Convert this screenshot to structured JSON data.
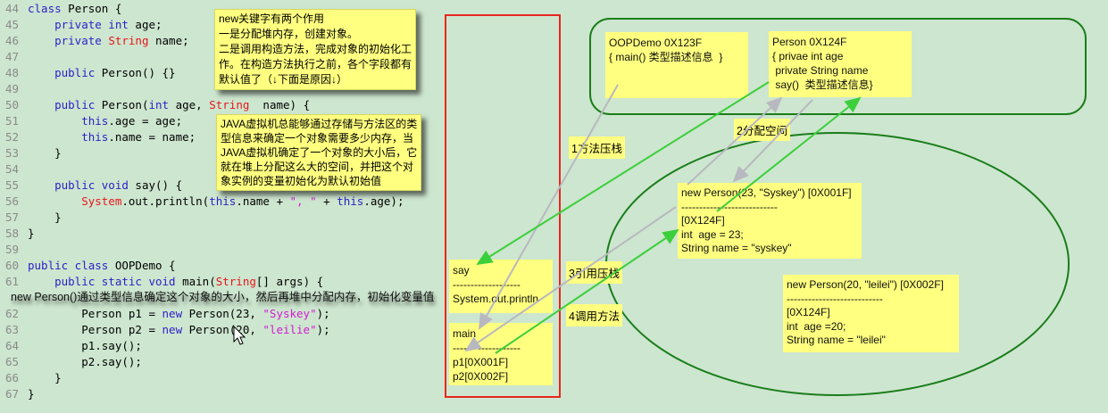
{
  "code": [
    {
      "n": "44",
      "seg": [
        [
          "class",
          "kw"
        ],
        [
          " Person {",
          ""
        ]
      ]
    },
    {
      "n": "45",
      "seg": [
        [
          "    private int",
          "kw"
        ],
        [
          " age;",
          ""
        ]
      ]
    },
    {
      "n": "46",
      "seg": [
        [
          "    private ",
          "kw"
        ],
        [
          "String",
          "ty"
        ],
        [
          " name;",
          ""
        ]
      ]
    },
    {
      "n": "47",
      "seg": []
    },
    {
      "n": "48",
      "seg": [
        [
          "    public",
          "kw"
        ],
        [
          " Person() {}",
          ""
        ]
      ]
    },
    {
      "n": "49",
      "seg": []
    },
    {
      "n": "50",
      "seg": [
        [
          "    public",
          "kw"
        ],
        [
          " Person(",
          ""
        ],
        [
          "int",
          "kw"
        ],
        [
          " age, ",
          ""
        ],
        [
          "String",
          "ty"
        ],
        [
          "  name) {",
          ""
        ]
      ]
    },
    {
      "n": "51",
      "seg": [
        [
          "        this",
          "kw"
        ],
        [
          ".age = age;",
          ""
        ]
      ]
    },
    {
      "n": "52",
      "seg": [
        [
          "        this",
          "kw"
        ],
        [
          ".name = name;",
          ""
        ]
      ]
    },
    {
      "n": "53",
      "seg": [
        [
          "    }",
          ""
        ]
      ]
    },
    {
      "n": "54",
      "seg": []
    },
    {
      "n": "55",
      "seg": [
        [
          "    public void",
          "kw"
        ],
        [
          " say() {",
          ""
        ]
      ]
    },
    {
      "n": "56",
      "seg": [
        [
          "        System",
          "ty"
        ],
        [
          ".out.println(",
          ""
        ],
        [
          "this",
          "kw"
        ],
        [
          ".name + ",
          ""
        ],
        [
          "\", \"",
          "st"
        ],
        [
          " + ",
          ""
        ],
        [
          "this",
          "kw"
        ],
        [
          ".age);",
          ""
        ]
      ]
    },
    {
      "n": "57",
      "seg": [
        [
          "    }",
          ""
        ]
      ]
    },
    {
      "n": "58",
      "seg": [
        [
          "}",
          ""
        ]
      ]
    },
    {
      "n": "59",
      "seg": []
    },
    {
      "n": "60",
      "seg": [
        [
          "public class",
          "kw"
        ],
        [
          " OOPDemo {",
          ""
        ]
      ]
    },
    {
      "n": "61",
      "seg": [
        [
          "    public static void",
          "kw"
        ],
        [
          " main(",
          ""
        ],
        [
          "String",
          "ty"
        ],
        [
          "[] args) {",
          ""
        ]
      ]
    },
    {
      "n": "62",
      "seg": [
        [
          "        Person p1 = ",
          ""
        ],
        [
          "new",
          "kw"
        ],
        [
          " Person(23, ",
          ""
        ],
        [
          "\"Syskey\"",
          "st"
        ],
        [
          ");",
          ""
        ]
      ]
    },
    {
      "n": "63",
      "seg": [
        [
          "        Person p2 = ",
          ""
        ],
        [
          "new",
          "kw"
        ],
        [
          " Person(20, ",
          ""
        ],
        [
          "\"leilie\"",
          "st"
        ],
        [
          ");",
          ""
        ]
      ]
    },
    {
      "n": "64",
      "seg": [
        [
          "        p1.say();",
          ""
        ]
      ]
    },
    {
      "n": "65",
      "seg": [
        [
          "        p2.say();",
          ""
        ]
      ]
    },
    {
      "n": "66",
      "seg": [
        [
          "    }",
          ""
        ]
      ]
    },
    {
      "n": "67",
      "seg": [
        [
          "}",
          ""
        ]
      ]
    }
  ],
  "notes": {
    "new_keyword": "new关键字有两个作用\n一是分配堆内存，创建对象。\n二是调用构造方法，完成对象的初始化工\n作。在构造方法执行之前，各个字段都有\n默认值了（↓下面是原因↓）",
    "jvm": "JAVA虚拟机总能够通过存储与方法区的类\n型信息来确定一个对象需要多少内存，当\nJAVA虚拟机确定了一个对象的大小后，它\n就在堆上分配这么大的空间，并把这个对\n象实例的变量初始化为默认初始值",
    "overlay": "new Person()通过类型信息确定这个对象的大小，然后再堆中分配内存，初始化变量值"
  },
  "stack": {
    "say": "say\n-------------------\nSystem.out.println",
    "main": "main\n-------------------\np1[0X001F]\np2[0X002F]"
  },
  "method_area": {
    "oopdemo": "OOPDemo 0X123F\n{ main() 类型描述信息  }",
    "person": "Person 0X124F\n{ privae int age\n private String name\n say()  类型描述信息}"
  },
  "heap": {
    "p1": "new Person(23, \"Syskey\") [0X001F]\n---------------------------\n[0X124F]\nint  age = 23;\nString name = \"syskey\"",
    "p2": "new Person(20, \"leilei\") [0X002F]\n---------------------------\n[0X124F]\nint  age =20;\nString name = \"leilei\""
  },
  "steps": {
    "s1": "1方法压栈",
    "s2": "2分配空间",
    "s3": "3引用压栈",
    "s4": "4调用方法"
  },
  "colors": {
    "bg": "#cde6cf",
    "note": "#ffff80",
    "stack_border": "#e8261e",
    "area_border": "#1a7d1a",
    "green_arrow": "#3ccf3c",
    "gray_arrow": "#b8b8c0"
  }
}
